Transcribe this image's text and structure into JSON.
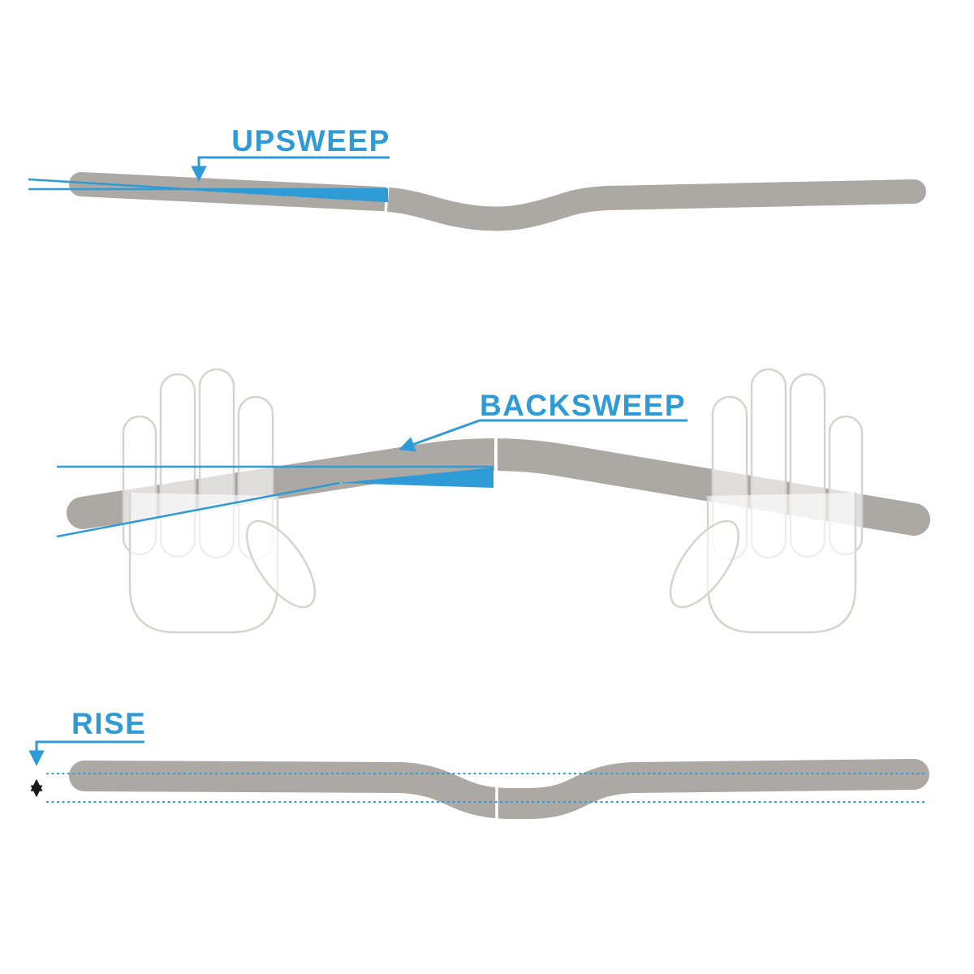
{
  "labels": {
    "upsweep": "UPSWEEP",
    "backsweep": "BACKSWEEP",
    "rise": "RISE"
  },
  "colors": {
    "accent_blue": "#2E9AD6",
    "bar_gray": "#ACA8A4",
    "hand_outline": "#D6D3D1",
    "rise_arrow_black": "#1A1A1A",
    "background": "#FFFFFF"
  }
}
